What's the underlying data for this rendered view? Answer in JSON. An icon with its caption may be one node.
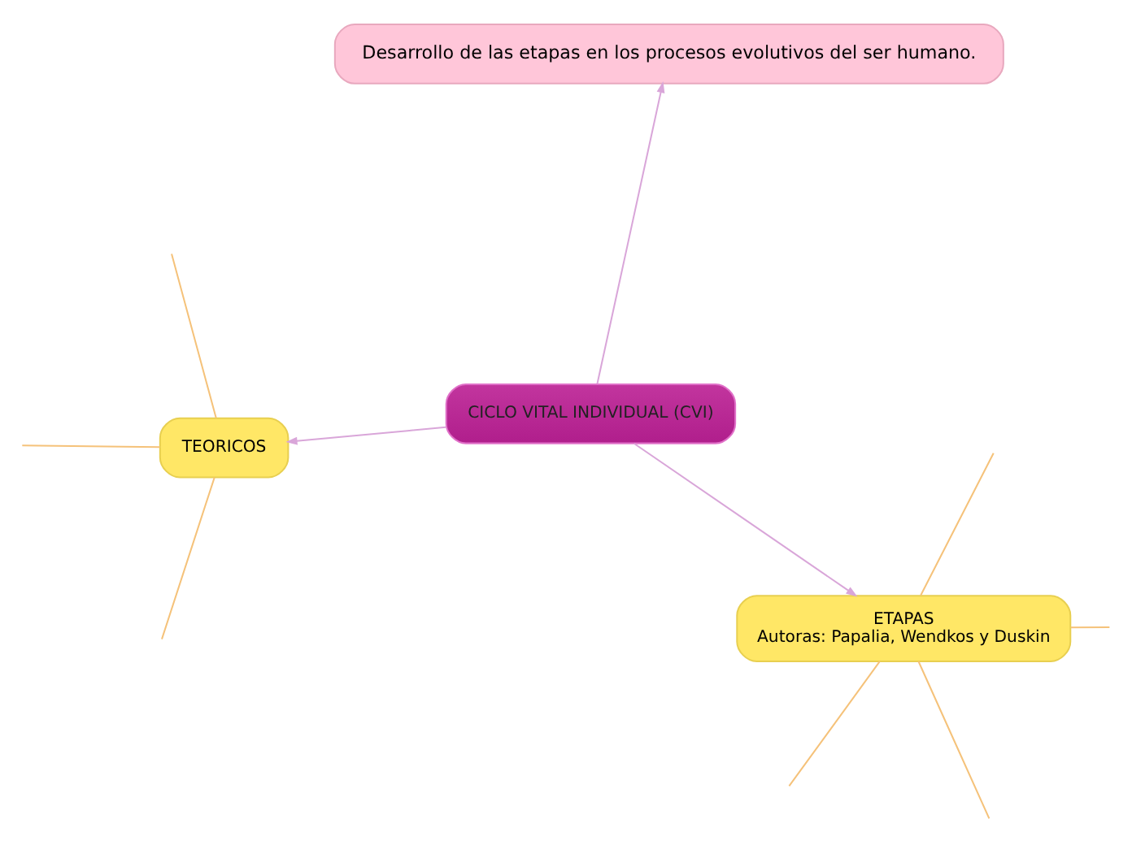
{
  "diagram": {
    "nodes": [
      {
        "text": [
          "Desarrollo de las etapas en los procesos evolutivos del ser humano."
        ]
      },
      {
        "text": [
          "CICLO VITAL INDIVIDUAL (CVI)"
        ]
      },
      {
        "text": [
          "TEORICOS"
        ]
      },
      {
        "text": [
          "ETAPAS",
          "Autoras: Papalia, Wendkos y Duskin"
        ]
      }
    ],
    "edges": [
      {
        "from": 1,
        "to": 0,
        "arrow": "to",
        "color": "#d9a6d9"
      },
      {
        "from": 1,
        "to": 2,
        "arrow": "to",
        "color": "#d9a6d9"
      },
      {
        "from": 1,
        "to": 3,
        "arrow": "to",
        "color": "#d9a6d9"
      },
      {
        "from": 2,
        "to": null,
        "arrow": "none"
      },
      {
        "from": 2,
        "to": null,
        "arrow": "none"
      },
      {
        "from": 2,
        "to": null,
        "arrow": "none"
      },
      {
        "from": 3,
        "to": null,
        "arrow": "none"
      },
      {
        "from": 3,
        "to": null,
        "arrow": "none"
      },
      {
        "from": 3,
        "to": null,
        "arrow": "none"
      },
      {
        "from": 3,
        "to": null,
        "arrow": "none"
      }
    ]
  }
}
